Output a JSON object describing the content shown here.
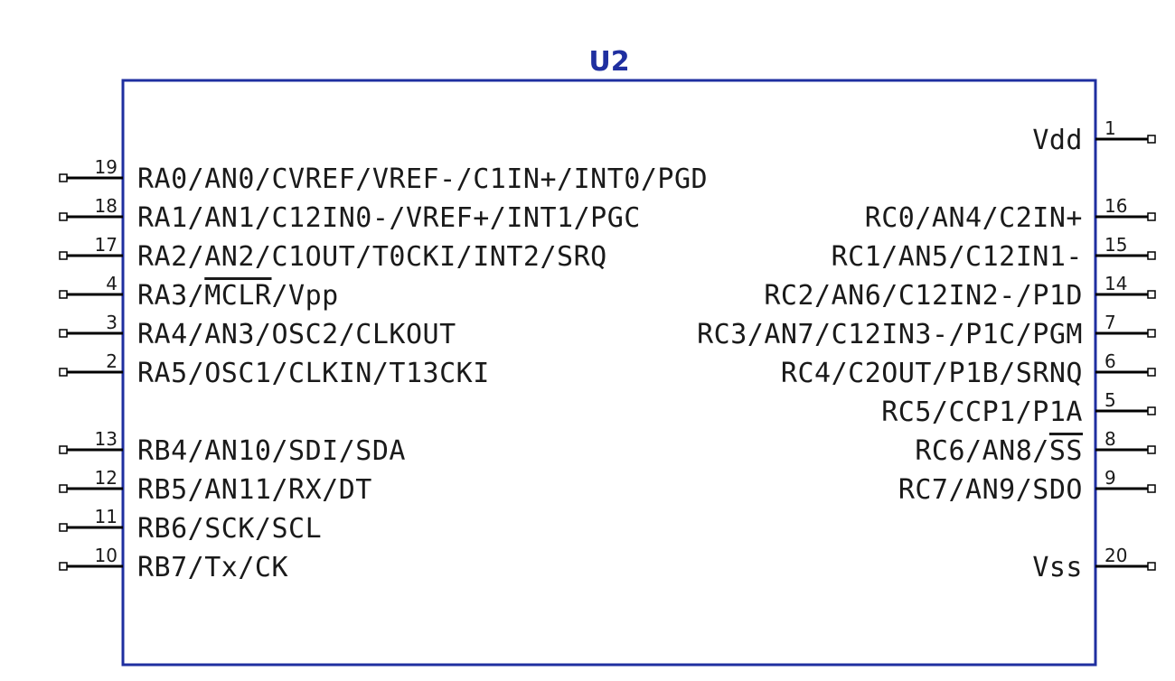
{
  "component": {
    "designator": "U2",
    "color_outline": "#1f2fa0",
    "color_text": "#1a1a1a"
  },
  "left_pins": [
    {
      "num": "19",
      "label": "RA0/AN0/CVREF/VREF-/C1IN+/INT0/PGD"
    },
    {
      "num": "18",
      "label": "RA1/AN1/C12IN0-/VREF+/INT1/PGC"
    },
    {
      "num": "17",
      "label": "RA2/AN2/C1OUT/T0CKI/INT2/SRQ"
    },
    {
      "num": "4",
      "label_pre": "RA3/",
      "label_over": "MCLR",
      "label_post": "/Vpp"
    },
    {
      "num": "3",
      "label": "RA4/AN3/OSC2/CLKOUT"
    },
    {
      "num": "2",
      "label": "RA5/OSC1/CLKIN/T13CKI"
    },
    {
      "num": "13",
      "label": "RB4/AN10/SDI/SDA"
    },
    {
      "num": "12",
      "label": "RB5/AN11/RX/DT"
    },
    {
      "num": "11",
      "label": "RB6/SCK/SCL"
    },
    {
      "num": "10",
      "label": "RB7/Tx/CK"
    }
  ],
  "right_pins": [
    {
      "num": "1",
      "label": "Vdd"
    },
    {
      "num": "16",
      "label": "RC0/AN4/C2IN+"
    },
    {
      "num": "15",
      "label": "RC1/AN5/C12IN1-"
    },
    {
      "num": "14",
      "label": "RC2/AN6/C12IN2-/P1D"
    },
    {
      "num": "7",
      "label": "RC3/AN7/C12IN3-/P1C/PGM"
    },
    {
      "num": "6",
      "label": "RC4/C2OUT/P1B/SRNQ"
    },
    {
      "num": "5",
      "label": "RC5/CCP1/P1A"
    },
    {
      "num": "8",
      "label_pre": "RC6/AN8/",
      "label_over": "SS",
      "label_post": ""
    },
    {
      "num": "9",
      "label": "RC7/AN9/SDO"
    },
    {
      "num": "20",
      "label": "Vss"
    }
  ]
}
